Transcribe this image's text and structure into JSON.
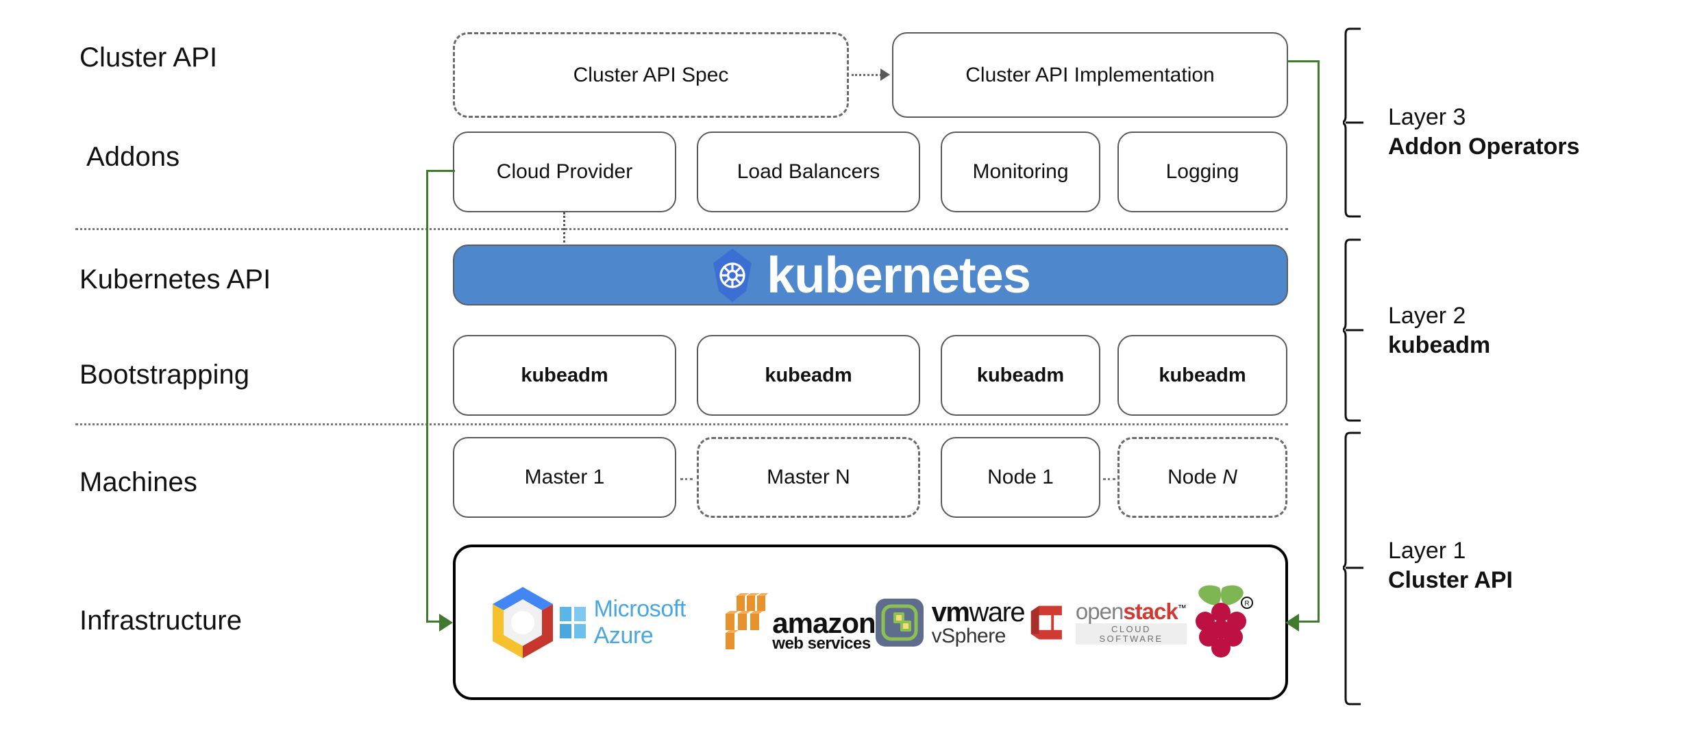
{
  "diagram": {
    "title": "Kubernetes Cluster API layered architecture",
    "accent_green": "#3F7A2E",
    "kubernetes_blue": "#4E87CC",
    "box_border": "#595959"
  },
  "row_labels": [
    {
      "id": "cluster-api",
      "text": "Cluster API"
    },
    {
      "id": "addons",
      "text": "Addons"
    },
    {
      "id": "kubernetes-api",
      "text": "Kubernetes API"
    },
    {
      "id": "bootstrapping",
      "text": "Bootstrapping"
    },
    {
      "id": "machines",
      "text": "Machines"
    },
    {
      "id": "infrastructure",
      "text": "Infrastructure"
    }
  ],
  "cluster_api_row": {
    "spec": {
      "label": "Cluster API Spec",
      "style": "dashed"
    },
    "implementation": {
      "label": "Cluster API Implementation",
      "style": "solid"
    },
    "connector": "dotted-arrow-right"
  },
  "addons_row": {
    "boxes": [
      {
        "label": "Cloud Provider"
      },
      {
        "label": "Load Balancers"
      },
      {
        "label": "Monitoring"
      },
      {
        "label": "Logging"
      }
    ]
  },
  "kubernetes_banner": {
    "wordmark": "kubernetes",
    "logo_name": "kubernetes-helm-wheel-icon",
    "background": "#4E87CC"
  },
  "bootstrapping_row": {
    "boxes": [
      {
        "label": "kubeadm"
      },
      {
        "label": "kubeadm"
      },
      {
        "label": "kubeadm"
      },
      {
        "label": "kubeadm"
      }
    ]
  },
  "machines_row": {
    "boxes": [
      {
        "label": "Master 1",
        "style": "solid",
        "italic": false
      },
      {
        "label": "Master N",
        "style": "dashed",
        "italic": false
      },
      {
        "label": "Node 1",
        "style": "solid",
        "italic": false
      },
      {
        "label_prefix": "Node ",
        "label_italic": "N",
        "label": "Node N",
        "style": "dashed",
        "italic": true
      }
    ]
  },
  "infrastructure_row": {
    "logos": [
      {
        "name": "google-cloud-platform-logo",
        "text": ""
      },
      {
        "name": "microsoft-azure-logo",
        "text": "Microsoft Azure"
      },
      {
        "name": "amazon-web-services-logo",
        "text_top": "amazon",
        "text_bottom": "web services"
      },
      {
        "name": "vmware-vsphere-logo",
        "text_top_bold": "vm",
        "text_top": "ware",
        "text_bottom": "vSphere"
      },
      {
        "name": "openstack-logo",
        "text_a": "open",
        "text_b": "stack",
        "text_tm": "™",
        "text_sub": "CLOUD SOFTWARE"
      },
      {
        "name": "raspberry-pi-logo",
        "text": ""
      }
    ]
  },
  "layer_braces": [
    {
      "id": "layer-3",
      "line1": "Layer 3",
      "line2": "Addon Operators"
    },
    {
      "id": "layer-2",
      "line1": "Layer 2",
      "line2": "kubeadm"
    },
    {
      "id": "layer-1",
      "line1": "Layer 1",
      "line2": "Cluster API"
    }
  ]
}
